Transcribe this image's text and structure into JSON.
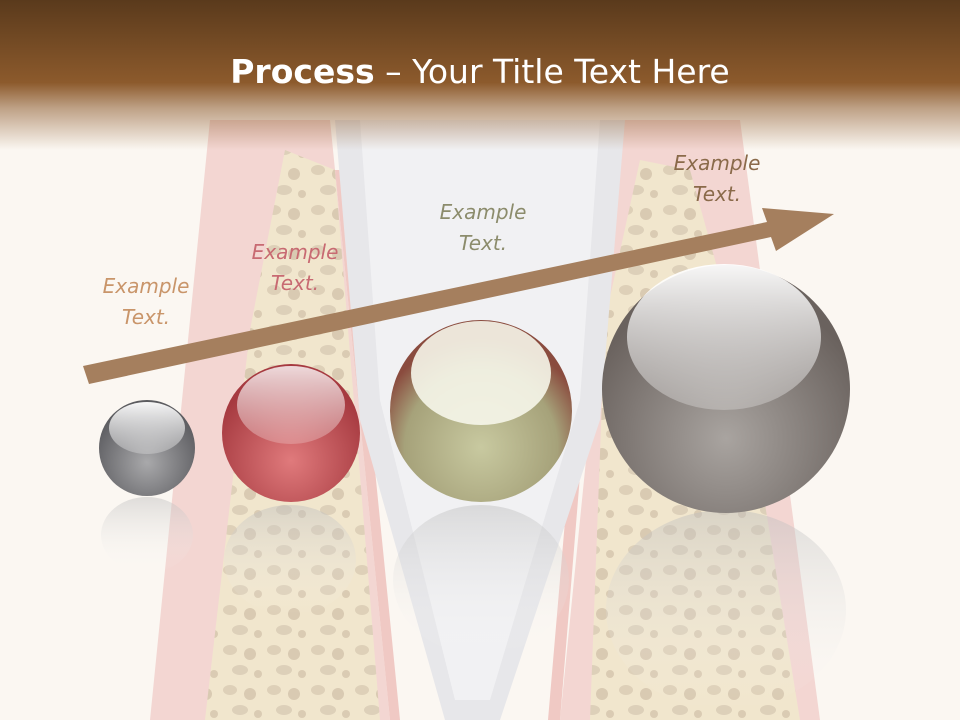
{
  "title": {
    "bold": "Process",
    "rest": " – Your Title Text Here"
  },
  "steps": [
    {
      "label_line1": "Example",
      "label_line2": "Text.",
      "color": "#6f6f72"
    },
    {
      "label_line1": "Example",
      "label_line2": "Text.",
      "color": "#b8484e"
    },
    {
      "label_line1": "Example",
      "label_line2": "Text.",
      "color": "#a09c72"
    },
    {
      "label_line1": "Example",
      "label_line2": "Text.",
      "color": "#7d7572"
    }
  ],
  "colors": {
    "title_bar": "#7a4e24",
    "arrow": "#a57f5e",
    "background": "#fbf7f2"
  }
}
